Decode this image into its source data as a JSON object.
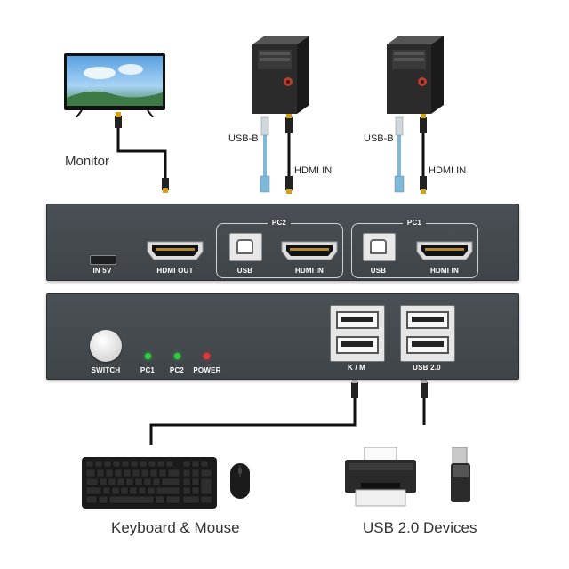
{
  "labels": {
    "monitor": "Monitor",
    "usb_b_left": "USB-B",
    "hdmi_in_left": "HDMI IN",
    "usb_b_right": "USB-B",
    "hdmi_in_right": "HDMI IN",
    "keyboard_mouse": "Keyboard & Mouse",
    "usb_devices": "USB 2.0 Devices"
  },
  "back_panel": {
    "pc2": "PC2",
    "pc1": "PC1",
    "in_5v": "IN 5V",
    "hdmi_out": "HDMI OUT",
    "pc2_usb": "USB",
    "pc2_hdmi_in": "HDMI IN",
    "pc1_usb": "USB",
    "pc1_hdmi_in": "HDMI IN"
  },
  "front_panel": {
    "switch": "SWITCH",
    "pc1": "PC1",
    "pc2": "PC2",
    "power": "POWER",
    "km": "K / M",
    "usb20": "USB 2.0"
  },
  "colors": {
    "panel": "#454b50",
    "led_green": "#2ecc40",
    "led_red": "#e53935",
    "usb_cable": "#7fb8d8"
  }
}
